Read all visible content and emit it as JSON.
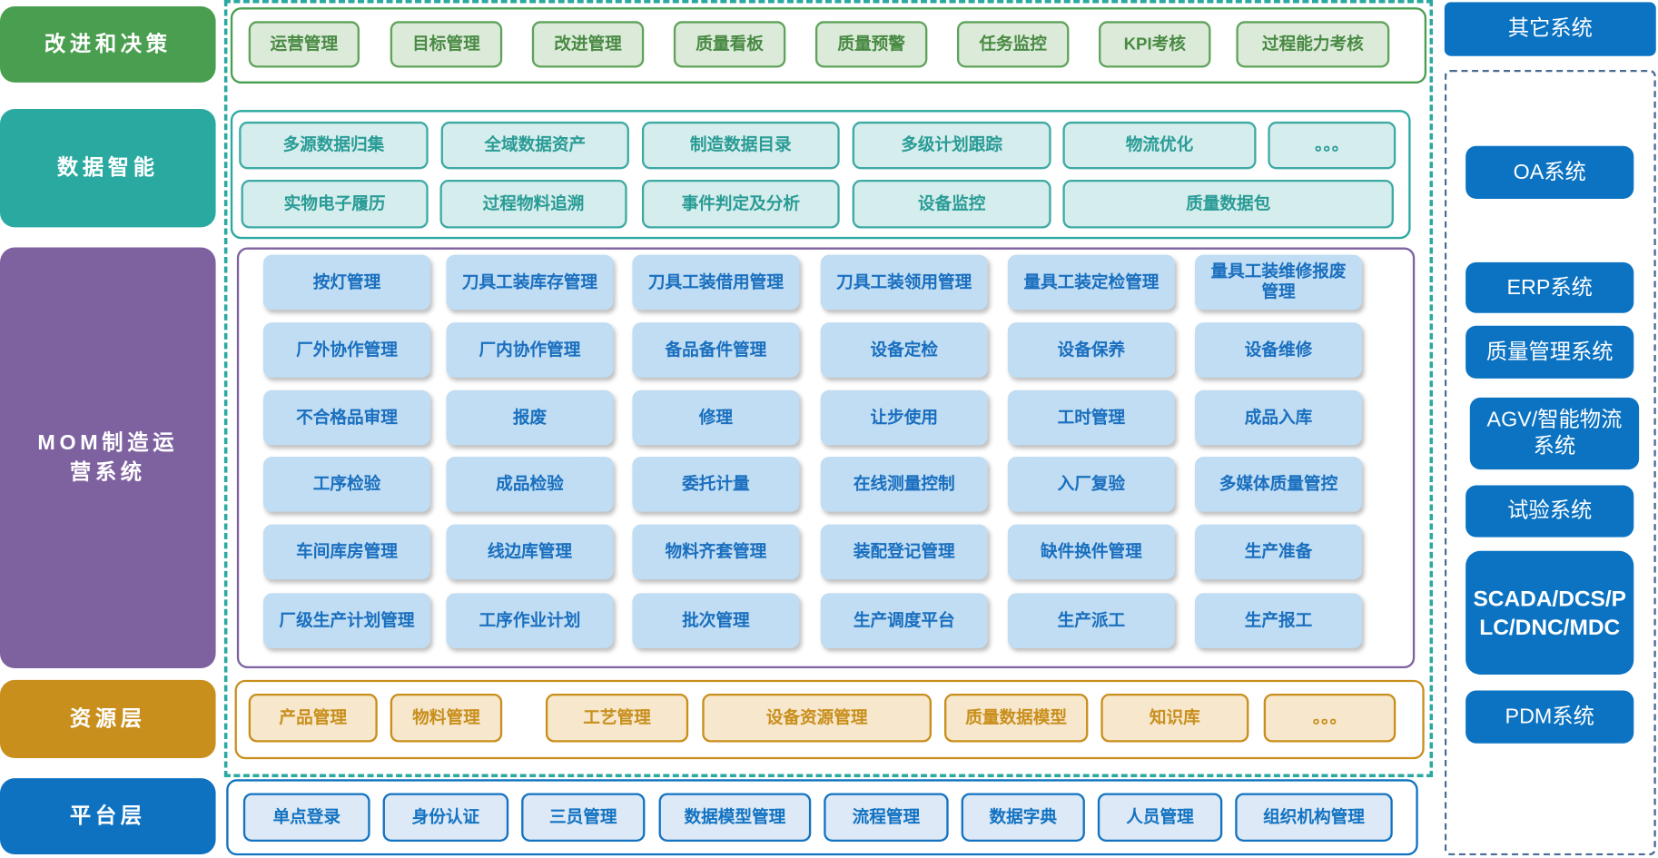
{
  "layers": {
    "decision": "改进和决策",
    "data_intel": "数据智能",
    "mom": "MOM制造运营系统",
    "resource": "资源层",
    "platform": "平台层"
  },
  "decision_items": [
    "运营管理",
    "目标管理",
    "改进管理",
    "质量看板",
    "质量预警",
    "任务监控",
    "KPI考核",
    "过程能力考核"
  ],
  "data_items_row1": [
    "多源数据归集",
    "全域数据资产",
    "制造数据目录",
    "多级计划跟踪",
    "物流优化",
    "。。。"
  ],
  "data_items_row2": [
    "实物电子履历",
    "过程物料追溯",
    "事件判定及分析",
    "设备监控",
    "质量数据包"
  ],
  "mom_items": [
    [
      "按灯管理",
      "刀具工装库存管理",
      "刀具工装借用管理",
      "刀具工装领用管理",
      "量具工装定检管理",
      "量具工装维修报废管理"
    ],
    [
      "厂外协作管理",
      "厂内协作管理",
      "备品备件管理",
      "设备定检",
      "设备保养",
      "设备维修"
    ],
    [
      "不合格品审理",
      "报废",
      "修理",
      "让步使用",
      "工时管理",
      "成品入库"
    ],
    [
      "工序检验",
      "成品检验",
      "委托计量",
      "在线测量控制",
      "入厂复验",
      "多媒体质量管控"
    ],
    [
      "车间库房管理",
      "线边库管理",
      "物料齐套管理",
      "装配登记管理",
      "缺件换件管理",
      "生产准备"
    ],
    [
      "厂级生产计划管理",
      "工序作业计划",
      "批次管理",
      "生产调度平台",
      "生产派工",
      "生产报工"
    ]
  ],
  "resource_items": [
    "产品管理",
    "物料管理",
    "工艺管理",
    "设备资源管理",
    "质量数据模型",
    "知识库",
    "。。。"
  ],
  "platform_items": [
    "单点登录",
    "身份认证",
    "三员管理",
    "数据模型管理",
    "流程管理",
    "数据字典",
    "人员管理",
    "组织机构管理"
  ],
  "other_systems": {
    "title": "其它系统",
    "items": [
      "OA系统",
      "ERP系统",
      "质量管理系统",
      "AGV/智能物流系统",
      "试验系统",
      "SCADA/DCS/PLC/DNC/MDC",
      "PDM系统"
    ]
  },
  "colors": {
    "decision": "#4a9e4f",
    "data_intel": "#2aa9a0",
    "mom": "#7e62a0",
    "resource": "#c98f1d",
    "platform": "#0f72c1",
    "system": "#0b73c2"
  }
}
